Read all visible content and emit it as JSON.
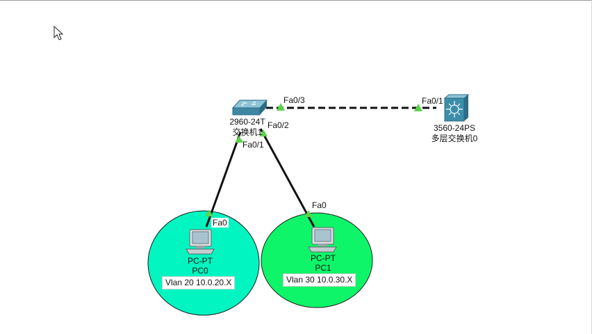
{
  "colors": {
    "vlan20_zone": "#00f5c0",
    "vlan30_zone": "#0ff569",
    "link": "#111111",
    "port_up": "#5bd34b",
    "switch_body": "#4c95b0",
    "l3_switch_body": "#3c8ea8"
  },
  "devices": {
    "switch2960": {
      "model": "2960-24T",
      "name": "交换机1",
      "icon": "switch-icon"
    },
    "switch3560": {
      "model": "3560-24PS",
      "name": "多层交换机0",
      "icon": "multilayer-switch-icon"
    },
    "pc0": {
      "model": "PC-PT",
      "name": "PC0",
      "icon": "pc-icon",
      "note": "Vlan 20  10.0.20.X"
    },
    "pc1": {
      "model": "PC-PT",
      "name": "PC1",
      "icon": "pc-icon",
      "note": "Vlan 30 10.0.30.X"
    }
  },
  "ports": {
    "sw_fa0_3": "Fa0/3",
    "l3_fa0_1": "Fa0/1",
    "sw_fa0_2": "Fa0/2",
    "sw_fa0_1": "Fa0/1",
    "pc0_fa0": "Fa0",
    "pc1_fa0": "Fa0"
  },
  "links": [
    {
      "from": "switch2960.Fa0/3",
      "to": "switch3560.Fa0/1",
      "style": "trunk-dashed"
    },
    {
      "from": "switch2960.Fa0/1",
      "to": "pc0.Fa0",
      "style": "straight-through"
    },
    {
      "from": "switch2960.Fa0/2",
      "to": "pc1.Fa0",
      "style": "straight-through"
    }
  ]
}
